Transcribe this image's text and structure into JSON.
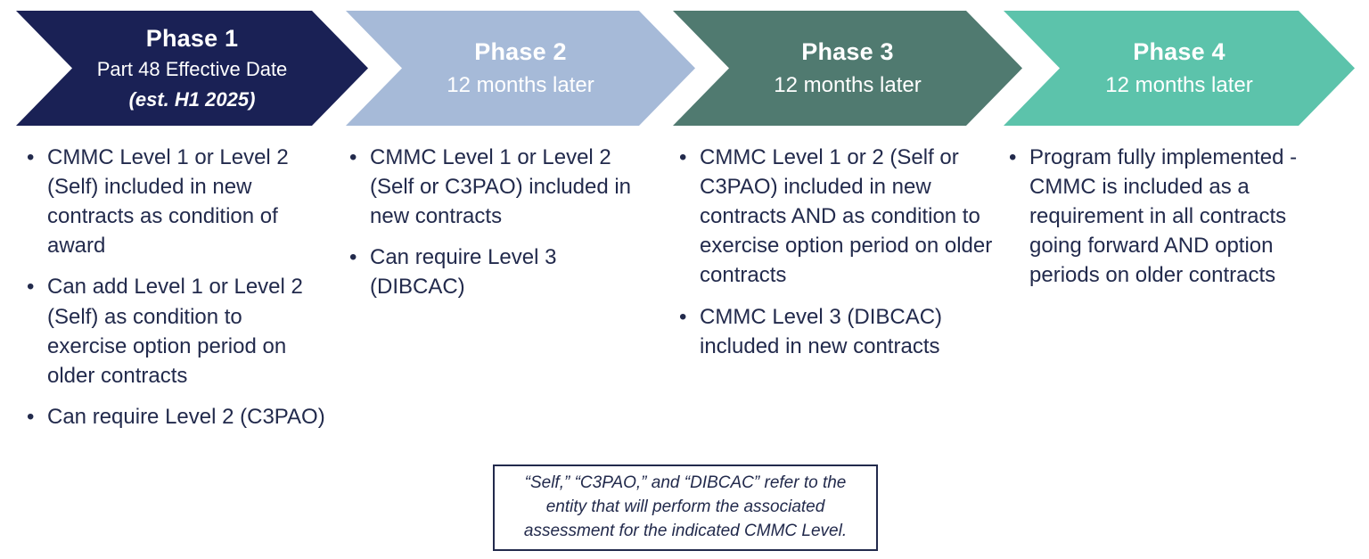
{
  "slide": {
    "background": "#ffffff",
    "text_color": "#222a4c"
  },
  "phases": [
    {
      "title": "Phase 1",
      "subtitle": "Part 48 Effective Date",
      "subtitle2": "(est. H1 2025)",
      "color": "#1a2155",
      "bullets": [
        "CMMC Level 1 or Level 2 (Self) included in new contracts as condition of award",
        "Can add Level 1 or Level 2 (Self) as condition to exercise option period on older contracts",
        "Can require Level 2 (C3PAO)"
      ]
    },
    {
      "title": "Phase 2",
      "subtitle": "12 months later",
      "color": "#a6bad8",
      "bullets": [
        "CMMC Level 1 or Level 2 (Self or C3PAO) included in new contracts",
        "Can require Level 3 (DIBCAC)"
      ]
    },
    {
      "title": "Phase 3",
      "subtitle": "12 months later",
      "color": "#507a70",
      "bullets": [
        "CMMC Level 1 or 2 (Self or C3PAO) included in new contracts AND as condition to exercise option period on older contracts",
        "CMMC Level 3 (DIBCAC) included in new contracts"
      ]
    },
    {
      "title": "Phase 4",
      "subtitle": "12 months later",
      "color": "#5cc3ab",
      "bullets": [
        "Program fully implemented - CMMC is included as a requirement in all contracts going forward AND option periods on older contracts"
      ]
    }
  ],
  "note": {
    "text": "“Self,” “C3PAO,” and “DIBCAC” refer to the entity that will perform the associated assessment for the indicated CMMC Level."
  }
}
